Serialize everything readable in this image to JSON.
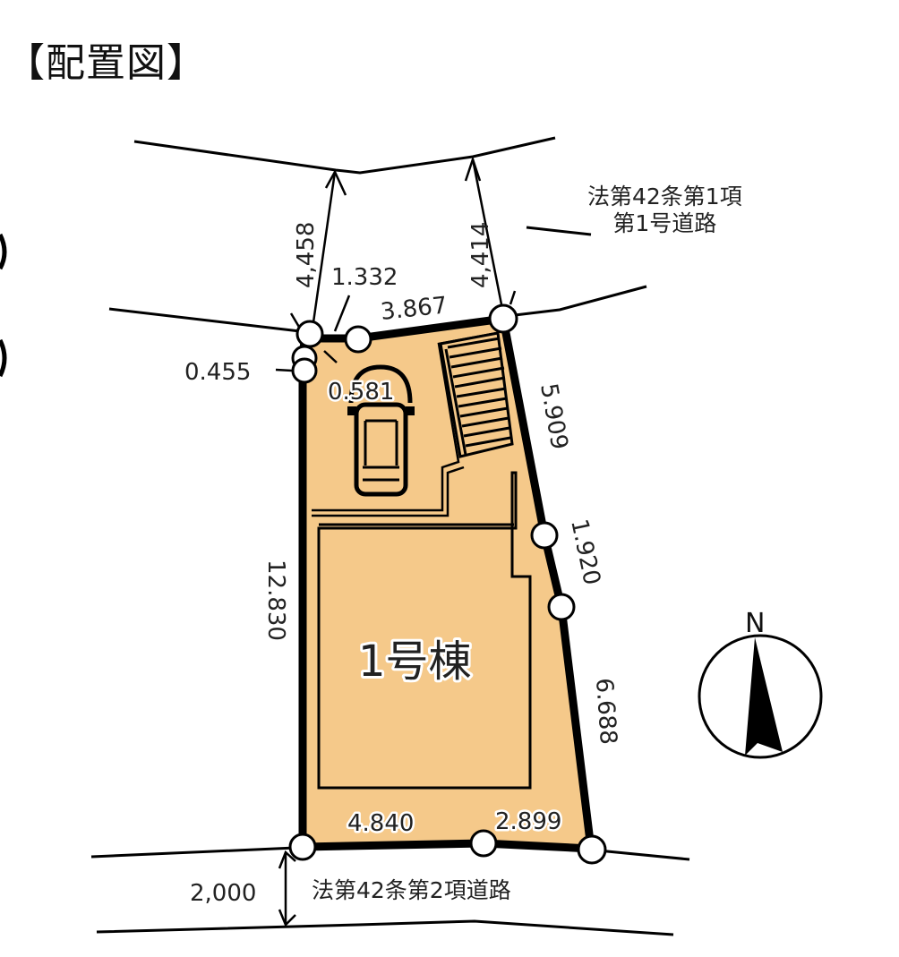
{
  "title": "【配置図】",
  "roads": {
    "north_road": {
      "line1": "法第42条第1項",
      "line2": "第1号道路"
    },
    "south_road": {
      "label": "法第42条第2項道路"
    }
  },
  "building": {
    "label": "1号棟"
  },
  "compass": {
    "label": "N"
  },
  "dimensions": {
    "north_road_width_left": "4,458",
    "north_road_width_right": "4,414",
    "north_edge_short": "1.332",
    "north_edge_long": "3.867",
    "northwest_offset": "0.455",
    "corner_cut": "0.581",
    "east_upper": "5.909",
    "east_middle": "1.920",
    "east_lower": "6.688",
    "west_side": "12.830",
    "south_left": "4.840",
    "south_right": "2.899",
    "south_road_width": "2,000"
  },
  "colors": {
    "lot_fill": "#F5C98A",
    "line": "#000000",
    "background": "#FFFFFF"
  }
}
